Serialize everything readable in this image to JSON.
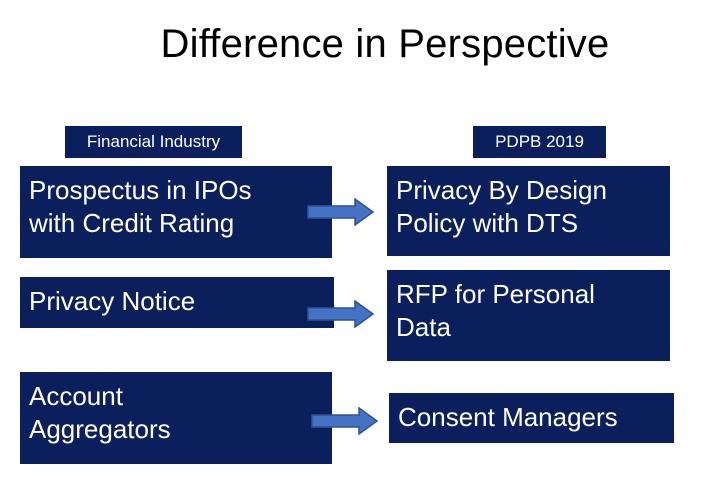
{
  "title": "Difference in Perspective",
  "left_column": {
    "header": "Financial Industry",
    "items": [
      {
        "line1": "Prospectus in IPOs",
        "line2": "with Credit Rating"
      },
      {
        "line1": "Privacy Notice",
        "line2": ""
      },
      {
        "line1": "Account",
        "line2": "Aggregators"
      }
    ]
  },
  "right_column": {
    "header": "PDPB 2019",
    "items": [
      {
        "line1": "Privacy By Design",
        "line2": "Policy with DTS"
      },
      {
        "line1": "RFP for Personal",
        "line2": "Data"
      },
      {
        "line1": "Consent Managers",
        "line2": ""
      }
    ]
  },
  "colors": {
    "box_fill": "#0b1f5c",
    "arrow_fill": "#4472c4",
    "arrow_stroke": "#2f528f"
  }
}
